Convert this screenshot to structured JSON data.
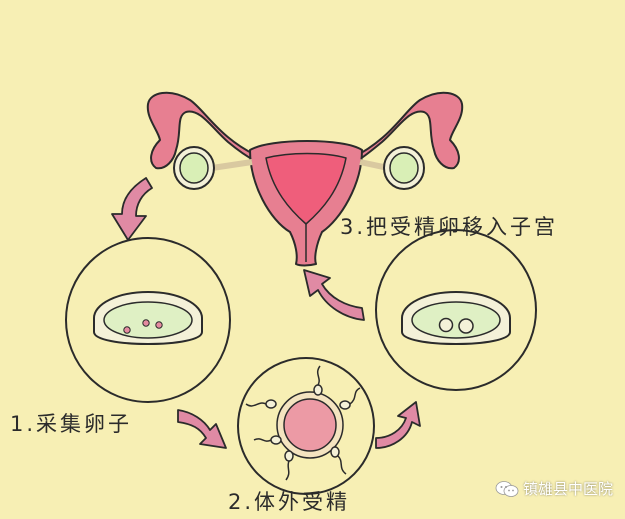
{
  "steps": {
    "step1": "1.采集卵子",
    "step2": "2.体外受精",
    "step3": "3.把受精卵移入子宫"
  },
  "watermark": {
    "text": "镇雄县中医院",
    "icon": "wechat-icon"
  },
  "colors": {
    "background": "#f7efb4",
    "uterus": "#e77f91",
    "uterus_inner": "#ef5e7b",
    "ovary": "#d9efb6",
    "dish": "#dff0c4",
    "arrow": "#e08aa4",
    "egg": "#e58ba0",
    "embryo": "#ec9aa5",
    "outline": "#2b2b2b"
  }
}
